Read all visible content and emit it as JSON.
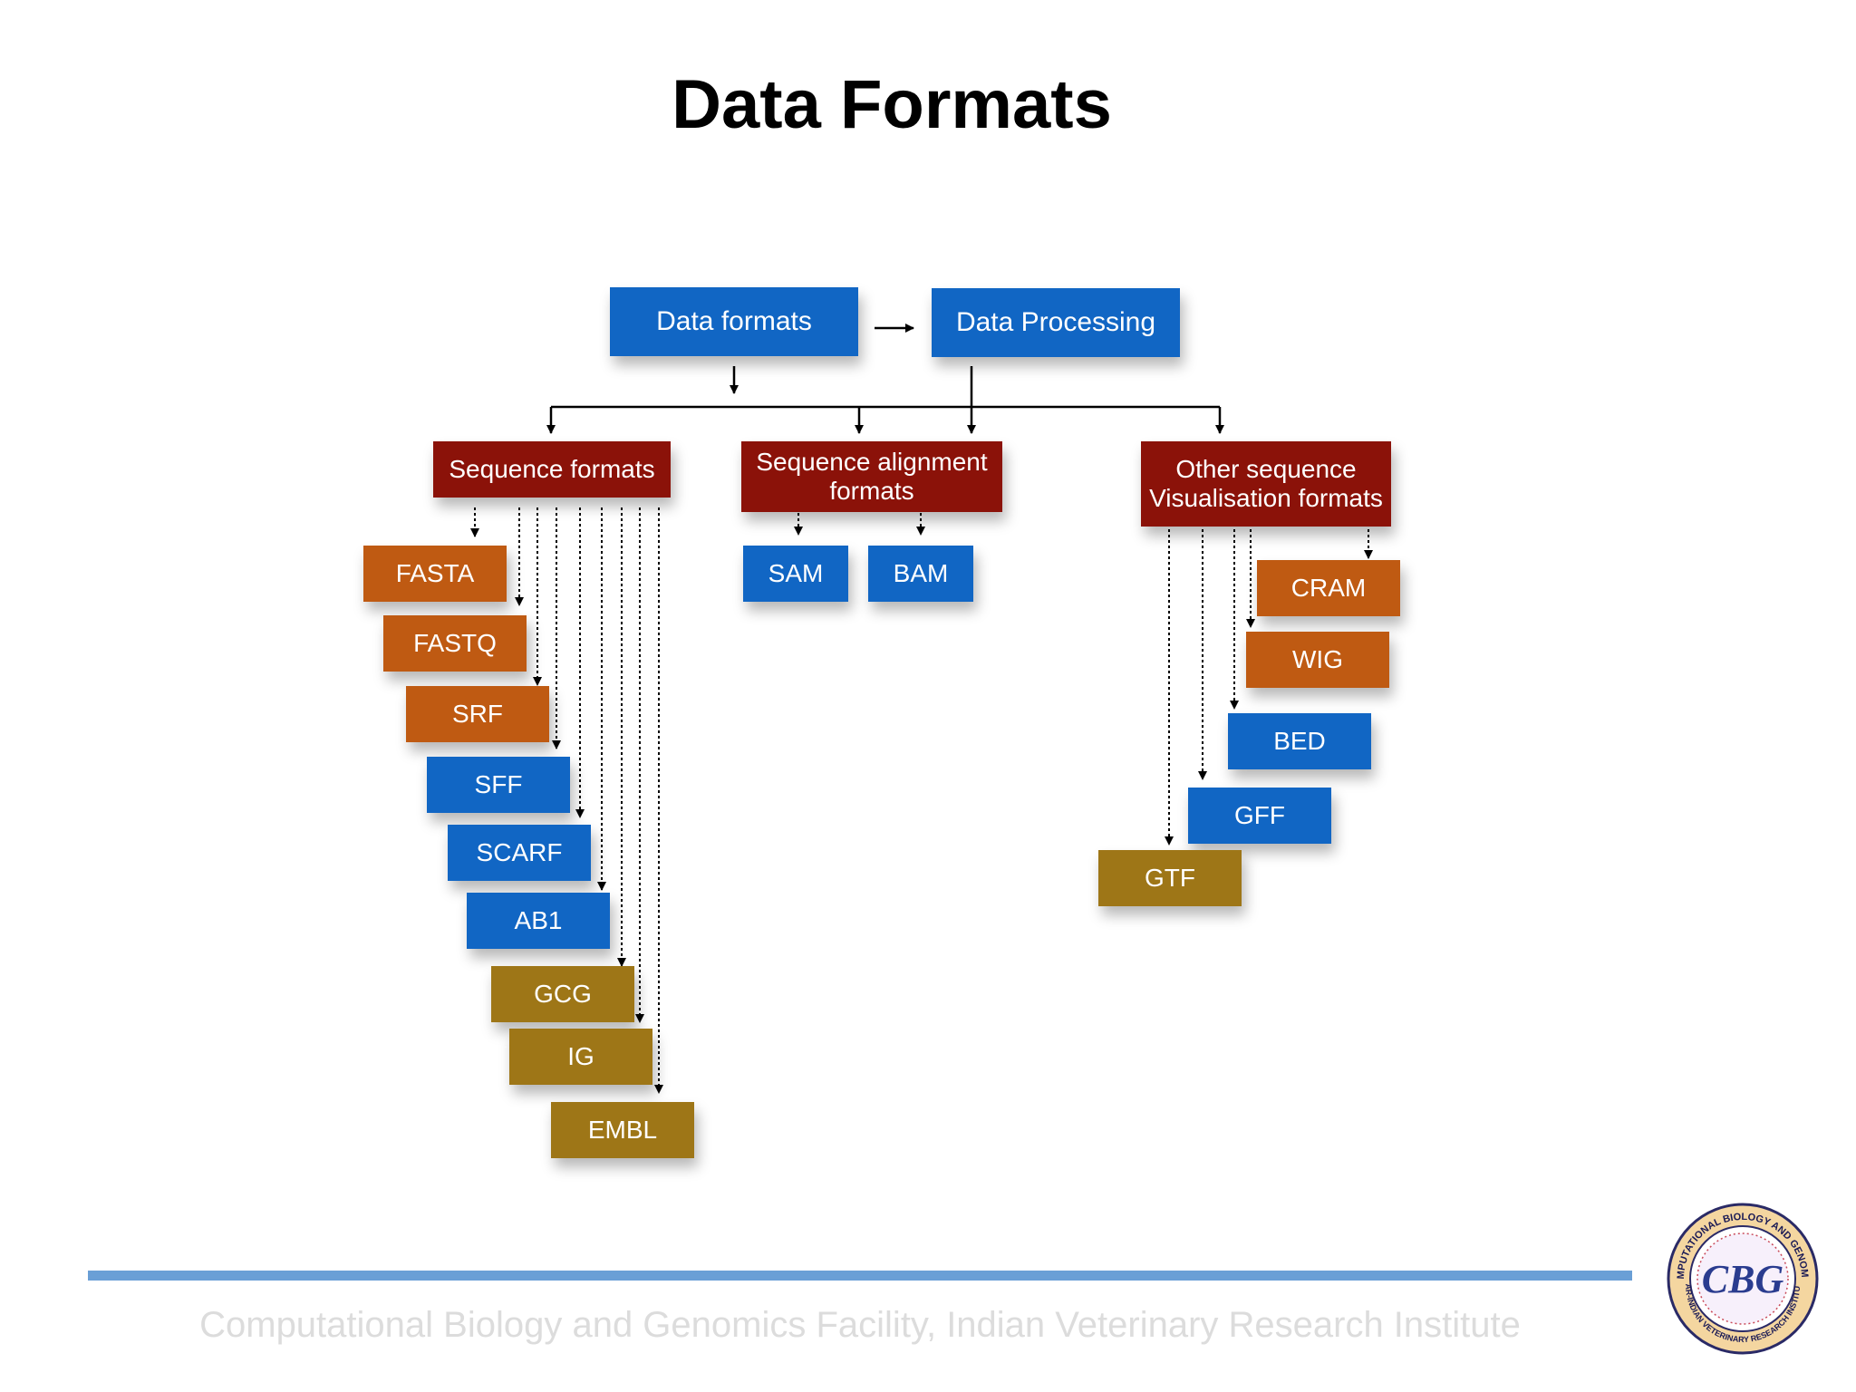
{
  "title": "Data Formats",
  "nodes": {
    "data_formats": "Data formats",
    "data_processing": "Data Processing",
    "sequence_formats": "Sequence formats",
    "alignment_formats": "Sequence alignment formats",
    "other_formats": "Other sequence Visualisation formats"
  },
  "sequence_format_items": [
    "FASTA",
    "FASTQ",
    "SRF",
    "SFF",
    "SCARF",
    "AB1",
    "GCG",
    "IG",
    "EMBL"
  ],
  "alignment_format_items": [
    "SAM",
    "BAM"
  ],
  "other_format_items": [
    "CRAM",
    "WIG",
    "BED",
    "GFF",
    "GTF"
  ],
  "colors": {
    "blue": "#1166c4",
    "dark_red": "#8b1209",
    "orange": "#bf5a12",
    "gold": "#9e7617"
  },
  "footer": "Computational Biology and Genomics Facility, Indian Veterinary Research Institute",
  "logo": {
    "monogram": "CBG",
    "ring_text_top": "COMPUTATIONAL BIOLOGY AND GENOMICS",
    "ring_text_bottom": "ICAR-INDIAN VETERINARY RESEARCH INSTITUTE"
  }
}
